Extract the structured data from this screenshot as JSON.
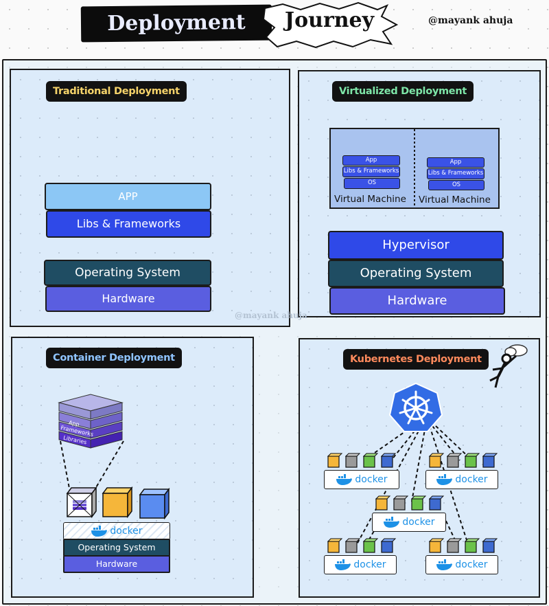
{
  "header": {
    "title_left": "Deployment",
    "title_right": "Journey",
    "author": "@mayank ahuja",
    "watermark": "@mayank ahuja"
  },
  "colors": {
    "traditional_tag": "#f5d36a",
    "virtualized_tag": "#7ee6a8",
    "container_tag": "#8fc4ff",
    "kubernetes_tag": "#ff8a5c",
    "app": "#8cc7f5",
    "libs": "#2f49e8",
    "os": "#1f4d63",
    "hardware": "#5a5ee0",
    "docker_blue": "#1d91e6",
    "k8s_blue": "#326ce5"
  },
  "traditional": {
    "title": "Traditional Deployment",
    "layers": {
      "app": "APP",
      "libs": "Libs & Frameworks",
      "os": "Operating System",
      "hardware": "Hardware"
    }
  },
  "virtualized": {
    "title": "Virtualized Deployment",
    "vm": {
      "app": "App",
      "libs": "Libs & Frameworks",
      "os": "OS",
      "label": "Virtual Machine"
    },
    "layers": {
      "hypervisor": "Hypervisor",
      "os": "Operating System",
      "hardware": "Hardware"
    }
  },
  "container": {
    "title": "Container Deployment",
    "stack": {
      "app": "App",
      "frameworks": "Frameworks",
      "libraries": "Libraries"
    },
    "layers": {
      "docker": "docker",
      "os": "Operating System",
      "hardware": "Hardware"
    }
  },
  "kubernetes": {
    "title": "Kubernetes Deployment",
    "node_label": "docker",
    "icons": [
      "kubernetes-icon",
      "docker-whale-icon",
      "stick-figure-icon",
      "cloud-icon"
    ]
  }
}
